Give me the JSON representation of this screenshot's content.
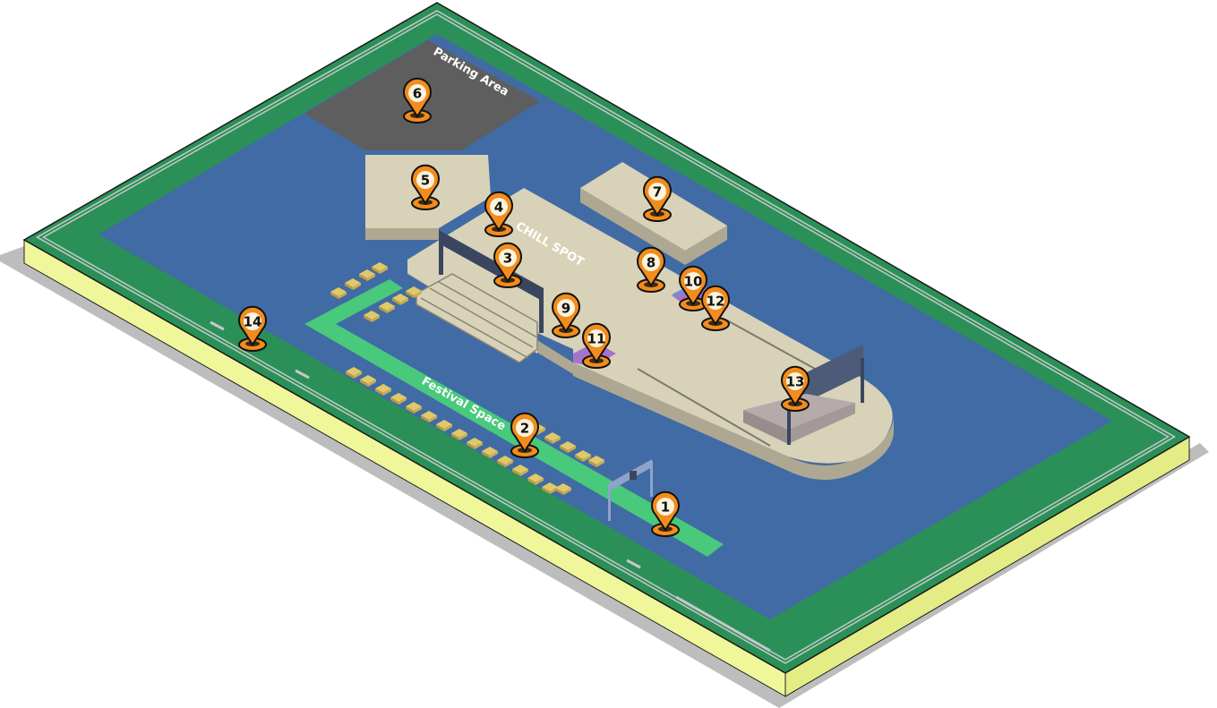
{
  "map": {
    "labels": {
      "parking": "Parking Area",
      "chill": "CHILL SPOT",
      "festival": "Festival Space"
    },
    "colors": {
      "ground": "#2a9058",
      "water": "#416ba4",
      "base_side": "#f0f79a",
      "platform": "#d8d2b8",
      "parking": "#5e5e5e",
      "path": "#48c97c",
      "pin": "#f28c1c",
      "stage": "#b5abab",
      "backdrop": "#4d5a78"
    },
    "pins": [
      {
        "n": "1"
      },
      {
        "n": "2"
      },
      {
        "n": "3"
      },
      {
        "n": "4"
      },
      {
        "n": "5"
      },
      {
        "n": "6"
      },
      {
        "n": "7"
      },
      {
        "n": "8"
      },
      {
        "n": "9"
      },
      {
        "n": "10"
      },
      {
        "n": "11"
      },
      {
        "n": "12"
      },
      {
        "n": "13"
      },
      {
        "n": "14"
      }
    ]
  }
}
